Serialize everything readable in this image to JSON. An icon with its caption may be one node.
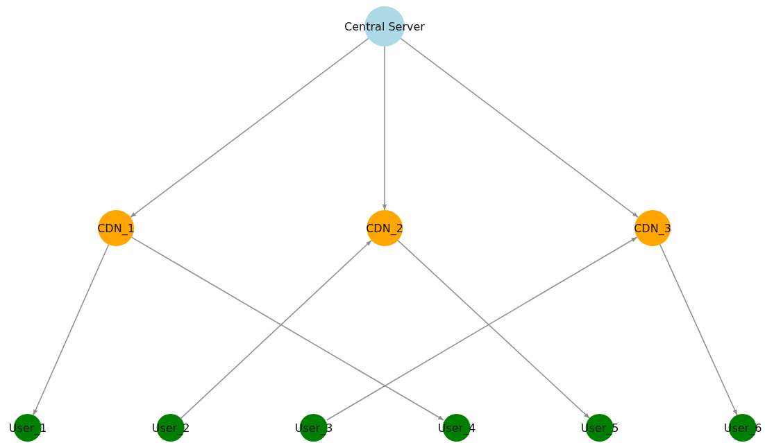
{
  "diagram": {
    "nodes": [
      {
        "text": [
          "Central Server"
        ]
      },
      {
        "text": [
          "CDN_1"
        ]
      },
      {
        "text": [
          "CDN_2"
        ]
      },
      {
        "text": [
          "CDN_3"
        ]
      },
      {
        "text": [
          "User_1"
        ]
      },
      {
        "text": [
          "User_2"
        ]
      },
      {
        "text": [
          "User_3"
        ]
      },
      {
        "text": [
          "User_4"
        ]
      },
      {
        "text": [
          "User_5"
        ]
      },
      {
        "text": [
          "User_6"
        ]
      }
    ],
    "edges": [
      {
        "from": 0,
        "to": 1,
        "arrow": "to"
      },
      {
        "from": 0,
        "to": 2,
        "arrow": "to"
      },
      {
        "from": 0,
        "to": 3,
        "arrow": "to"
      },
      {
        "from": 1,
        "to": 4,
        "arrow": "to"
      },
      {
        "from": 1,
        "to": 7,
        "arrow": "to"
      },
      {
        "from": 5,
        "to": 2,
        "arrow": "to"
      },
      {
        "from": 2,
        "to": 8,
        "arrow": "to"
      },
      {
        "from": 6,
        "to": 3,
        "arrow": "to"
      },
      {
        "from": 3,
        "to": 9,
        "arrow": "to"
      }
    ]
  }
}
